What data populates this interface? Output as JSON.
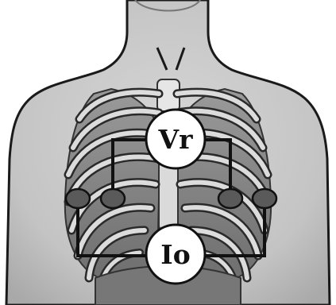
{
  "diagram": {
    "labels": {
      "voltage": "Vr",
      "current": "Io"
    },
    "colors": {
      "background": "#ffffff",
      "skin": "#c9c9c9",
      "skin_shadow": "#a8a8a8",
      "outline": "#1a1a1a",
      "rib": "#d8d8d8",
      "lung": "#8a8a8a",
      "electrode": "#5a5a5a",
      "wire": "#111111",
      "label_circle": "#ffffff"
    },
    "icons": [
      "torso-illustration",
      "ribcage",
      "electrode-pad",
      "lead-wire"
    ]
  }
}
